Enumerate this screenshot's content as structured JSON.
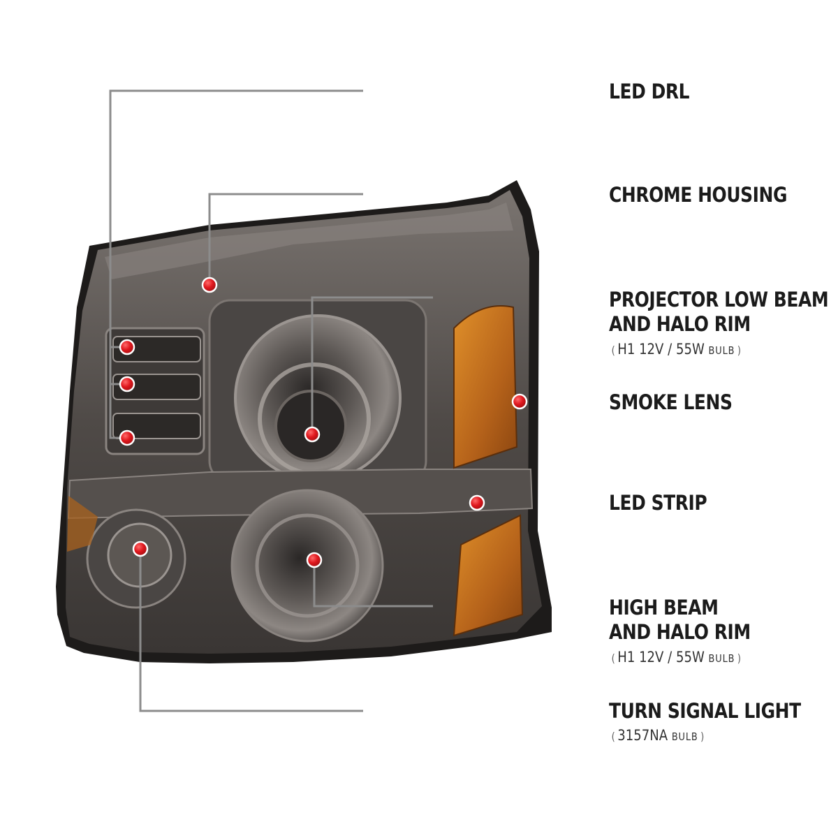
{
  "callouts": [
    {
      "id": "led-drl",
      "lines": [
        "LED DRL"
      ]
    },
    {
      "id": "chrome-housing",
      "lines": [
        "CHROME HOUSING"
      ]
    },
    {
      "id": "projector-low-beam",
      "lines": [
        "PROJECTOR LOW BEAM",
        "AND HALO RIM"
      ],
      "bulb": {
        "model": "H1  12V / 55W",
        "unit": "BULB"
      }
    },
    {
      "id": "smoke-lens",
      "lines": [
        "SMOKE LENS"
      ]
    },
    {
      "id": "led-strip",
      "lines": [
        "LED STRIP"
      ]
    },
    {
      "id": "high-beam",
      "lines": [
        "HIGH BEAM",
        "AND HALO RIM"
      ],
      "bulb": {
        "model": "H1  12V / 55W",
        "unit": "BULB"
      }
    },
    {
      "id": "turn-signal",
      "lines": [
        "TURN SIGNAL LIGHT"
      ],
      "bulb": {
        "model": "3157NA",
        "unit": "BULB"
      }
    }
  ],
  "colors": {
    "leader_line": "#8c8c8c",
    "accent_red": "#b0161c",
    "marker_dot": "#e0181e",
    "lens_smoke": "#5c5753",
    "amber": "#c8761a"
  }
}
